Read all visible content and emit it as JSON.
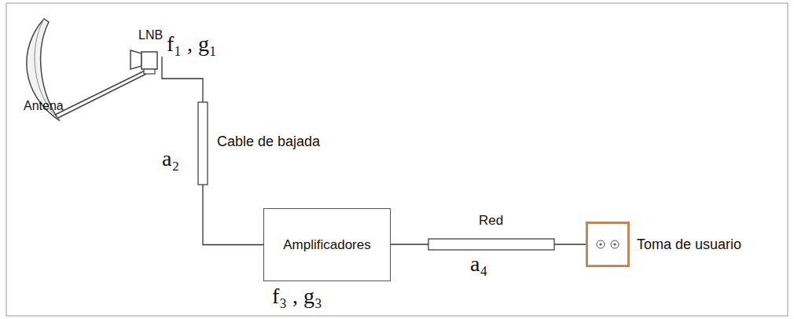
{
  "diagram": {
    "nodes": [
      {
        "text": [
          "LNB",
          "f₁ , g₁"
        ]
      },
      {
        "text": [
          "Amplificadores",
          "f₃ , g₃"
        ]
      },
      {
        "text": [
          "Toma de usuario"
        ]
      }
    ],
    "edges": [
      {
        "from": 0,
        "to": 1,
        "arrow": "none",
        "label": "a₂"
      },
      {
        "from": 1,
        "to": 2,
        "arrow": "none",
        "label": "Red"
      }
    ],
    "labels": [
      "Antena",
      "Cable de bajada",
      "a₄"
    ]
  }
}
